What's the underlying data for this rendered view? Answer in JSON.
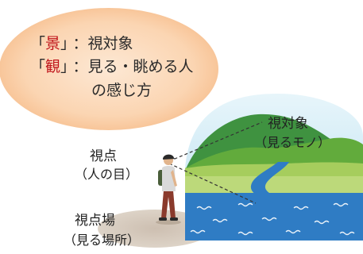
{
  "definition": {
    "line1_open": "「",
    "line1_term": "景",
    "line1_close": "」",
    "line1_desc": "：視対象",
    "line2_open": "「",
    "line2_term": "観",
    "line2_close": "」",
    "line2_desc": "：見る・眺める人",
    "line3": "の感じ方",
    "term_color": "#c0151b",
    "bubble_color": "#f9c99a"
  },
  "labels": {
    "viewpoint": "視点",
    "viewpoint_sub": "（人の目）",
    "viewpoint_place": "視点場",
    "viewpoint_place_sub": "（見る場所）",
    "object": "視対象",
    "object_sub": "（見るモノ）"
  },
  "icons": [
    "hill-icon",
    "river-icon",
    "person-icon"
  ]
}
